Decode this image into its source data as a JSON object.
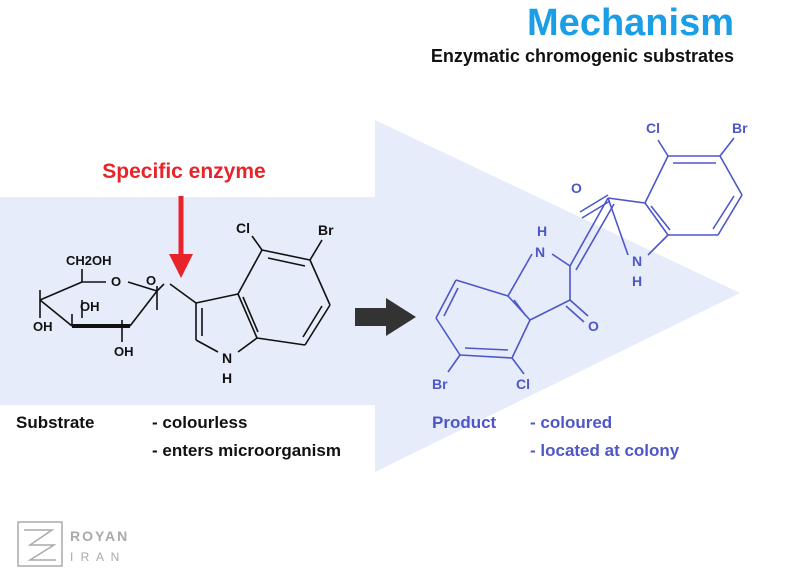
{
  "header": {
    "title": "Mechanism",
    "subtitle": "Enzymatic chromogenic substrates"
  },
  "enzyme": {
    "label": "Specific enzyme"
  },
  "substrate": {
    "label": "Substrate",
    "properties": [
      "- colourless",
      "- enters microorganism"
    ],
    "atoms": {
      "ch2oh": "CH2OH",
      "ring_o": "O",
      "link_o": "O",
      "oh_upper": "OH",
      "oh_left": "OH",
      "oh_lower": "OH",
      "cl": "Cl",
      "br": "Br",
      "n": "N",
      "h": "H"
    }
  },
  "product": {
    "label": "Product",
    "properties": [
      "- coloured",
      "- located at colony"
    ],
    "atoms": {
      "cl_top": "Cl",
      "br_top": "Br",
      "o_top": "O",
      "h_upper": "H",
      "n_upper": "N",
      "n_lower": "N",
      "h_lower": "H",
      "o_lower": "O",
      "br_bottom": "Br",
      "cl_bottom": "Cl"
    }
  },
  "logo": {
    "line1": "ROYAN",
    "line2": "I R A N"
  },
  "colors": {
    "title": "#1a9ee6",
    "enzyme": "#e8242b",
    "product": "#4d57c9",
    "background_arrow": "#e6ecf9",
    "reaction_arrow": "#333333"
  }
}
